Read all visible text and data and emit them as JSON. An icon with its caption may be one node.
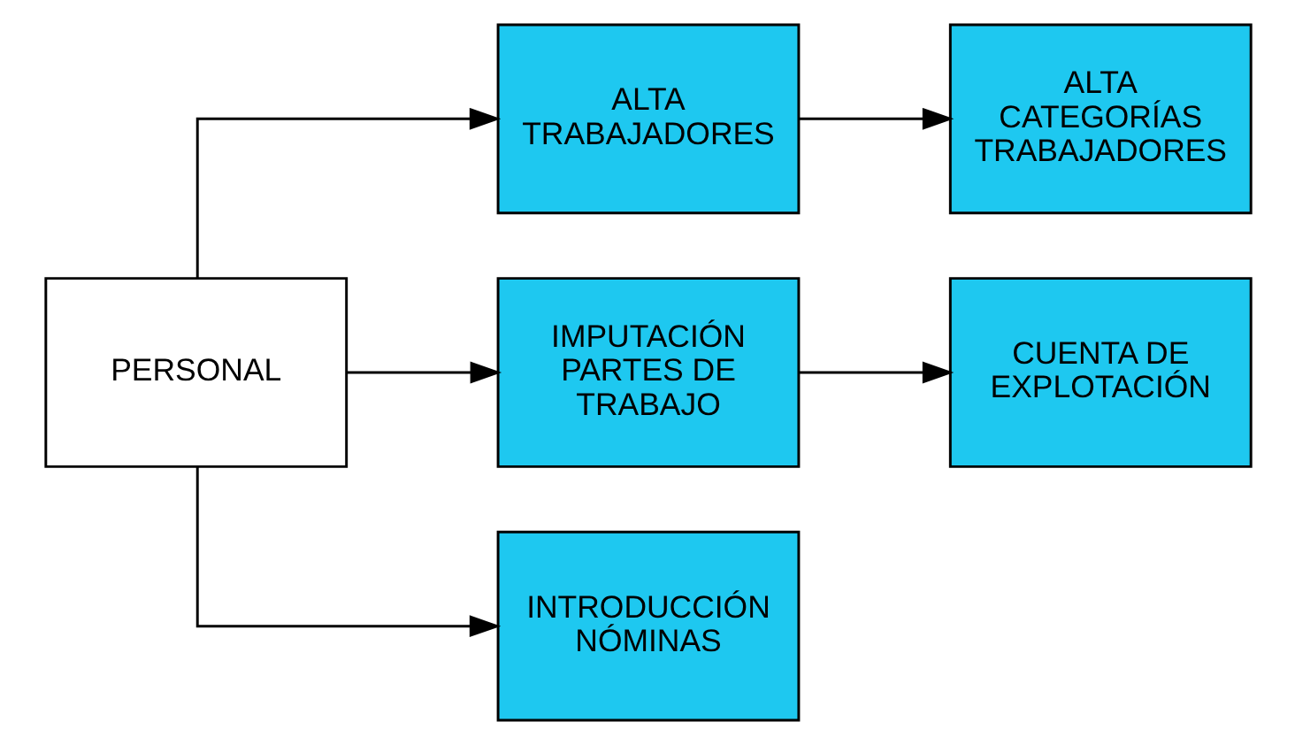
{
  "diagram": {
    "nodes": [
      {
        "text": [
          "PERSONAL"
        ]
      },
      {
        "text": [
          "ALTA TRABAJADORES"
        ]
      },
      {
        "text": [
          "ALTA CATEGORÍAS TRABAJADORES"
        ]
      },
      {
        "text": [
          "IMPUTACIÓN PARTES DE TRABAJO"
        ]
      },
      {
        "text": [
          "CUENTA DE EXPLOTACIÓN"
        ]
      },
      {
        "text": [
          "INTRODUCCIÓN NÓMINAS"
        ]
      }
    ],
    "edges": [
      {
        "from": 0,
        "to": 1,
        "arrow": "to"
      },
      {
        "from": 0,
        "to": 3,
        "arrow": "to"
      },
      {
        "from": 0,
        "to": 5,
        "arrow": "to"
      },
      {
        "from": 1,
        "to": 2,
        "arrow": "to"
      },
      {
        "from": 3,
        "to": 4,
        "arrow": "to"
      }
    ]
  }
}
